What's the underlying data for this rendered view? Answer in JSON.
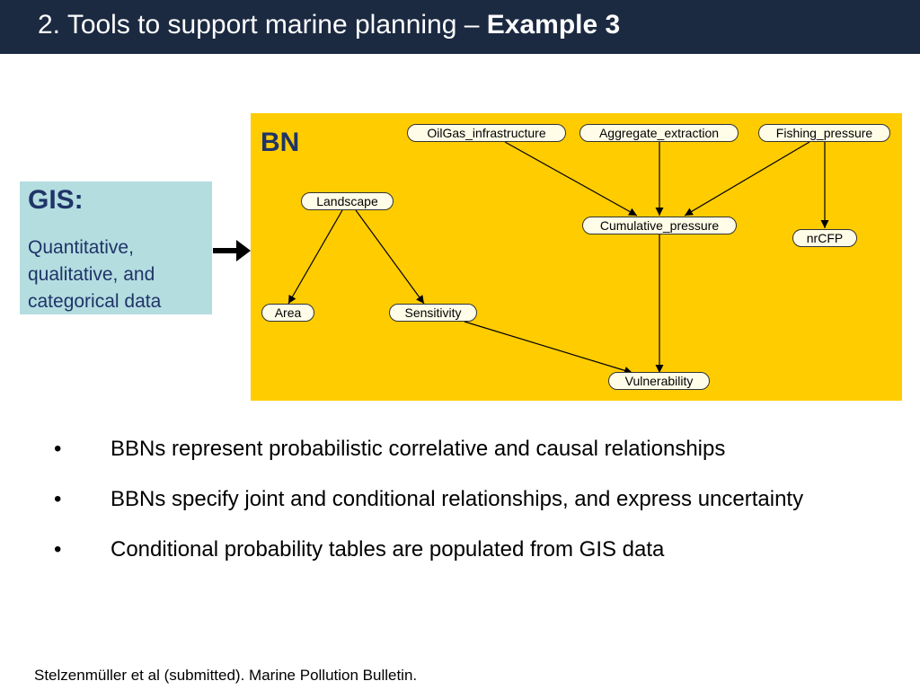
{
  "header": {
    "title_plain": "2. Tools to support marine planning – ",
    "title_bold": "Example 3",
    "background": "#1b2a41"
  },
  "gis_box": {
    "title": "GIS:",
    "description": "Quantitative, qualitative, and categorical data",
    "background": "#b4dde0"
  },
  "bn_panel": {
    "label": "BN",
    "background": "#ffcc00",
    "nodes": {
      "oilgas": "OilGas_infrastructure",
      "aggregate": "Aggregate_extraction",
      "fishing": "Fishing_pressure",
      "landscape": "Landscape",
      "cumulative": "Cumulative_pressure",
      "nrcfp": "nrCFP",
      "area": "Area",
      "sensitivity": "Sensitivity",
      "vulnerability": "Vulnerability"
    }
  },
  "bullets": [
    "BBNs represent probabilistic correlative and causal relationships",
    "BBNs specify joint and conditional relationships, and express uncertainty",
    "Conditional probability tables are populated from GIS data"
  ],
  "bullet_symbol": "•",
  "citation": "Stelzenmüller et al (submitted). Marine Pollution Bulletin."
}
